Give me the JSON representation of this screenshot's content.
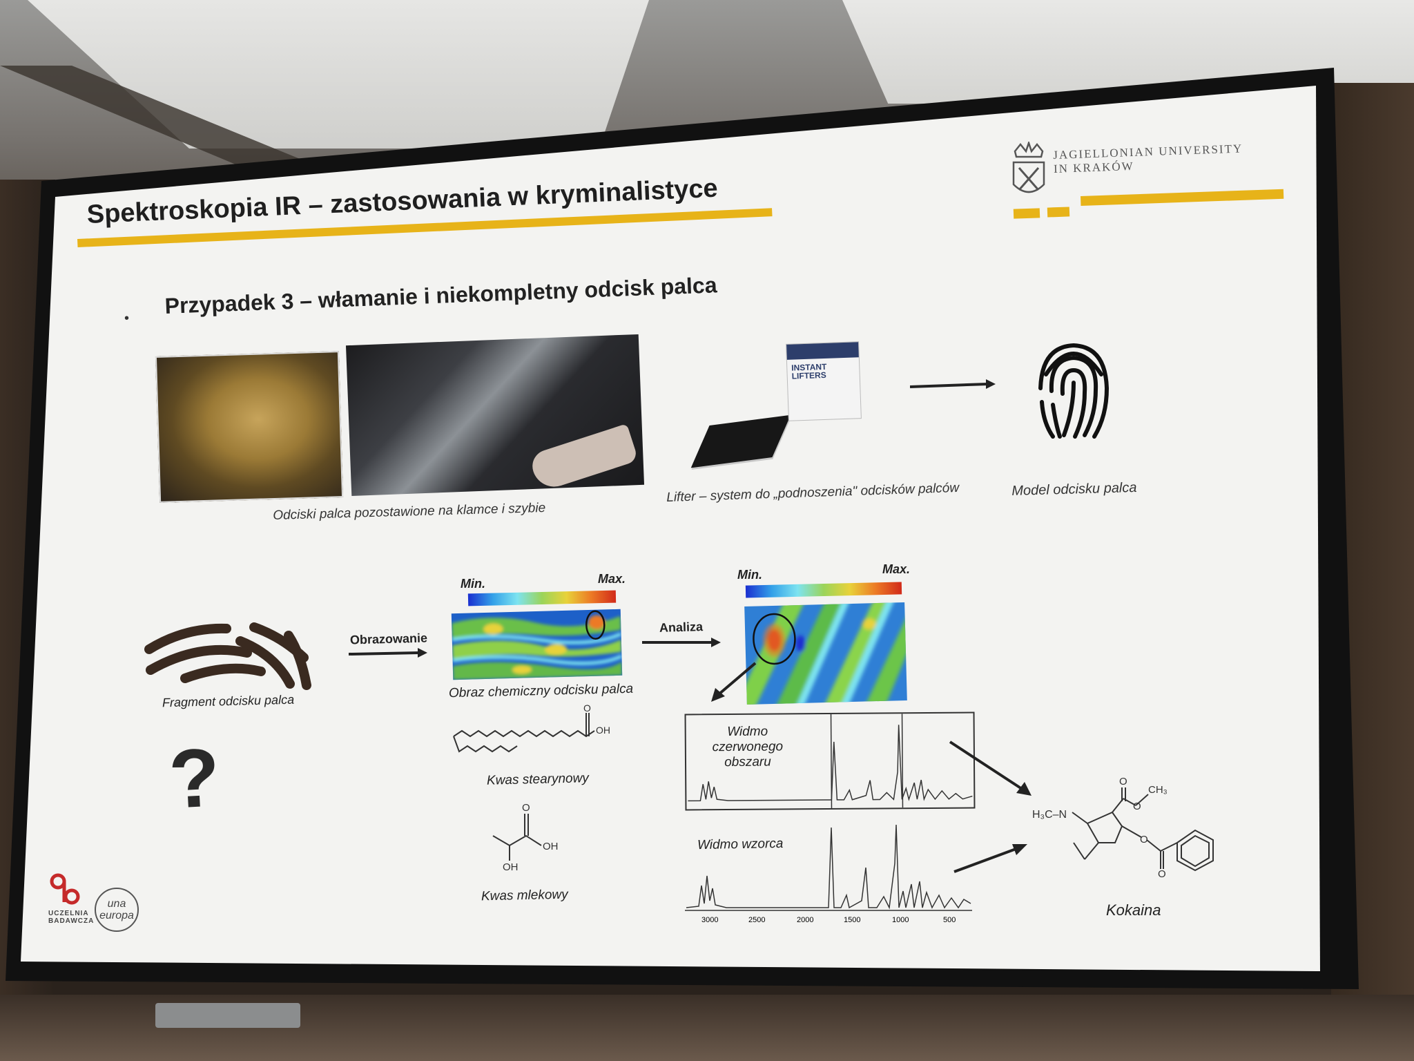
{
  "slide": {
    "title": "Spektroskopia IR – zastosowania w kryminalistyce",
    "subtitle": "Przypadek 3 – włamanie i niekompletny odcisk palca",
    "bullet": "•",
    "university": {
      "line1": "JAGIELLONIAN UNIVERSITY",
      "line2": "IN KRAKÓW"
    },
    "captions": {
      "photos": "Odciski palca pozostawione na klamce i szybie",
      "lifter": "Lifter – system do „podnoszenia\" odcisków palców",
      "model": "Model odcisku palca",
      "fragment": "Fragment odcisku palca",
      "chem_image": "Obraz chemiczny odcisku palca",
      "stearic": "Kwas stearynowy",
      "lactic": "Kwas mlekowy",
      "spectrum_red": "Widmo czerwonego obszaru",
      "spectrum_ref": "Widmo wzorca",
      "cocaine": "Kokaina"
    },
    "arrows": {
      "imaging": "Obrazowanie",
      "analysis": "Analiza"
    },
    "colorbar": {
      "min": "Min.",
      "max": "Max."
    },
    "lifter_box": {
      "line1": "INSTANT",
      "line2": "LIFTERS"
    },
    "question_mark": "?",
    "chem_labels": {
      "oh": "OH",
      "o": "O",
      "h3c_n": "H₃C–N",
      "ch3": "CH₃"
    },
    "axis_ticks": [
      "3000",
      "2500",
      "2000",
      "1500",
      "1000",
      "500"
    ],
    "logos": {
      "uczelnia": "UCZELNIA",
      "badawcza": "BADAWCZA",
      "una": "una",
      "europa": "europa"
    }
  }
}
